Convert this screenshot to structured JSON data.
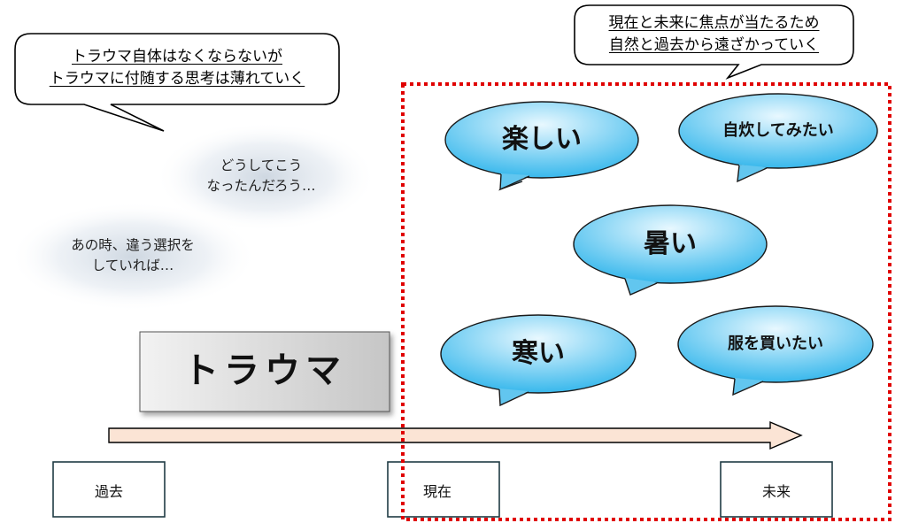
{
  "callouts": {
    "left": {
      "line1": "トラウマ自体はなくならないが",
      "line2": "トラウマに付随する思考は薄れていく"
    },
    "right": {
      "line1": "現在と未来に焦点が当たるため",
      "line2": "自然と過去から遠ざかっていく"
    }
  },
  "thoughts": {
    "upper": {
      "line1": "どうしてこう",
      "line2": "なったんだろう…"
    },
    "lower": {
      "line1": "あの時、違う選択を",
      "line2": "していれば…"
    }
  },
  "bubbles": {
    "fun": "楽しい",
    "cook": "自炊してみたい",
    "hot": "暑い",
    "cold": "寒い",
    "clothes": "服を買いたい"
  },
  "trauma": {
    "label": "トラウマ"
  },
  "timeline": {
    "past": "過去",
    "present": "現在",
    "future": "未来"
  },
  "colors": {
    "highlight_border": "#e00000",
    "bubble_light": "#e8f8ff",
    "bubble_dark": "#38b8ec",
    "arrow_fill": "#fbe4d5",
    "trauma_light": "#f2f2f2",
    "trauma_dark": "#c6c6c6",
    "box_border": "#1f3b44"
  }
}
